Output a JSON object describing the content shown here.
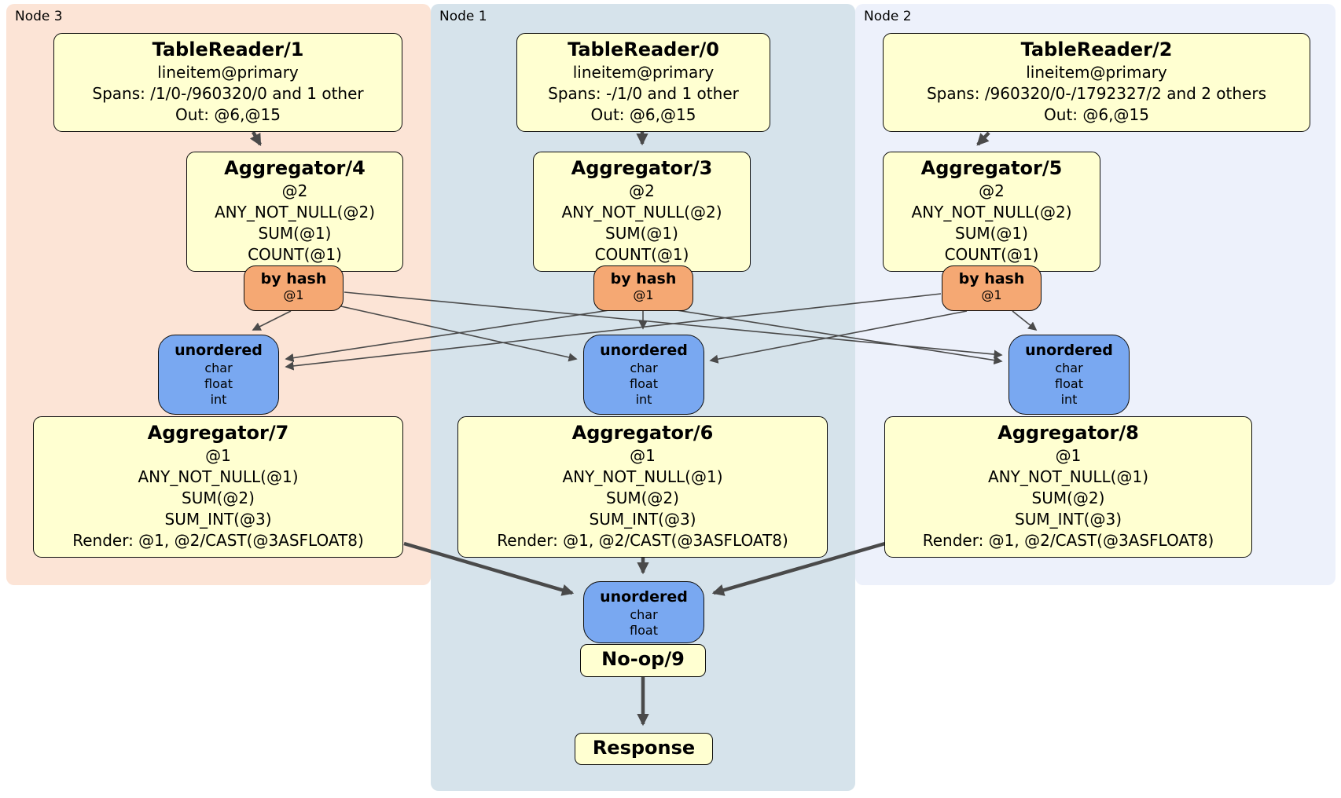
{
  "panels": {
    "node3": {
      "label": "Node 3"
    },
    "node1": {
      "label": "Node 1"
    },
    "node2": {
      "label": "Node 2"
    }
  },
  "processors": {
    "tr1": {
      "title": "TableReader/1",
      "lines": [
        "lineitem@primary",
        "Spans: /1/0-/960320/0 and 1 other",
        "Out: @6,@15"
      ]
    },
    "tr0": {
      "title": "TableReader/0",
      "lines": [
        "lineitem@primary",
        "Spans: -/1/0 and 1 other",
        "Out: @6,@15"
      ]
    },
    "tr2": {
      "title": "TableReader/2",
      "lines": [
        "lineitem@primary",
        "Spans: /960320/0-/1792327/2 and 2 others",
        "Out: @6,@15"
      ]
    },
    "agg4": {
      "title": "Aggregator/4",
      "lines": [
        "@2",
        "ANY_NOT_NULL(@2)",
        "SUM(@1)",
        "COUNT(@1)"
      ]
    },
    "agg3": {
      "title": "Aggregator/3",
      "lines": [
        "@2",
        "ANY_NOT_NULL(@2)",
        "SUM(@1)",
        "COUNT(@1)"
      ]
    },
    "agg5": {
      "title": "Aggregator/5",
      "lines": [
        "@2",
        "ANY_NOT_NULL(@2)",
        "SUM(@1)",
        "COUNT(@1)"
      ]
    },
    "agg7": {
      "title": "Aggregator/7",
      "lines": [
        "@1",
        "ANY_NOT_NULL(@1)",
        "SUM(@2)",
        "SUM_INT(@3)",
        "Render: @1, @2/CAST(@3ASFLOAT8)"
      ]
    },
    "agg6": {
      "title": "Aggregator/6",
      "lines": [
        "@1",
        "ANY_NOT_NULL(@1)",
        "SUM(@2)",
        "SUM_INT(@3)",
        "Render: @1, @2/CAST(@3ASFLOAT8)"
      ]
    },
    "agg8": {
      "title": "Aggregator/8",
      "lines": [
        "@1",
        "ANY_NOT_NULL(@1)",
        "SUM(@2)",
        "SUM_INT(@3)",
        "Render: @1, @2/CAST(@3ASFLOAT8)"
      ]
    },
    "noop": {
      "title": "No-op/9"
    },
    "response": {
      "title": "Response"
    }
  },
  "routers": {
    "hash3": {
      "title": "by hash",
      "lines": [
        "@1"
      ]
    },
    "hash1": {
      "title": "by hash",
      "lines": [
        "@1"
      ]
    },
    "hash2": {
      "title": "by hash",
      "lines": [
        "@1"
      ]
    }
  },
  "syncs": {
    "sync3": {
      "title": "unordered",
      "lines": [
        "char",
        "float",
        "int"
      ]
    },
    "sync1": {
      "title": "unordered",
      "lines": [
        "char",
        "float",
        "int"
      ]
    },
    "sync2": {
      "title": "unordered",
      "lines": [
        "char",
        "float",
        "int"
      ]
    },
    "sync_final": {
      "title": "unordered",
      "lines": [
        "char",
        "float"
      ]
    }
  },
  "colors": {
    "node3_bg": "#fce4d6",
    "node1_bg": "#d6e3eb",
    "node2_bg": "#edf1fb",
    "processor_fill": "#ffffd1",
    "router_fill": "#f5a873",
    "sync_fill": "#79a8f1",
    "edge": "#4a4a4a"
  }
}
